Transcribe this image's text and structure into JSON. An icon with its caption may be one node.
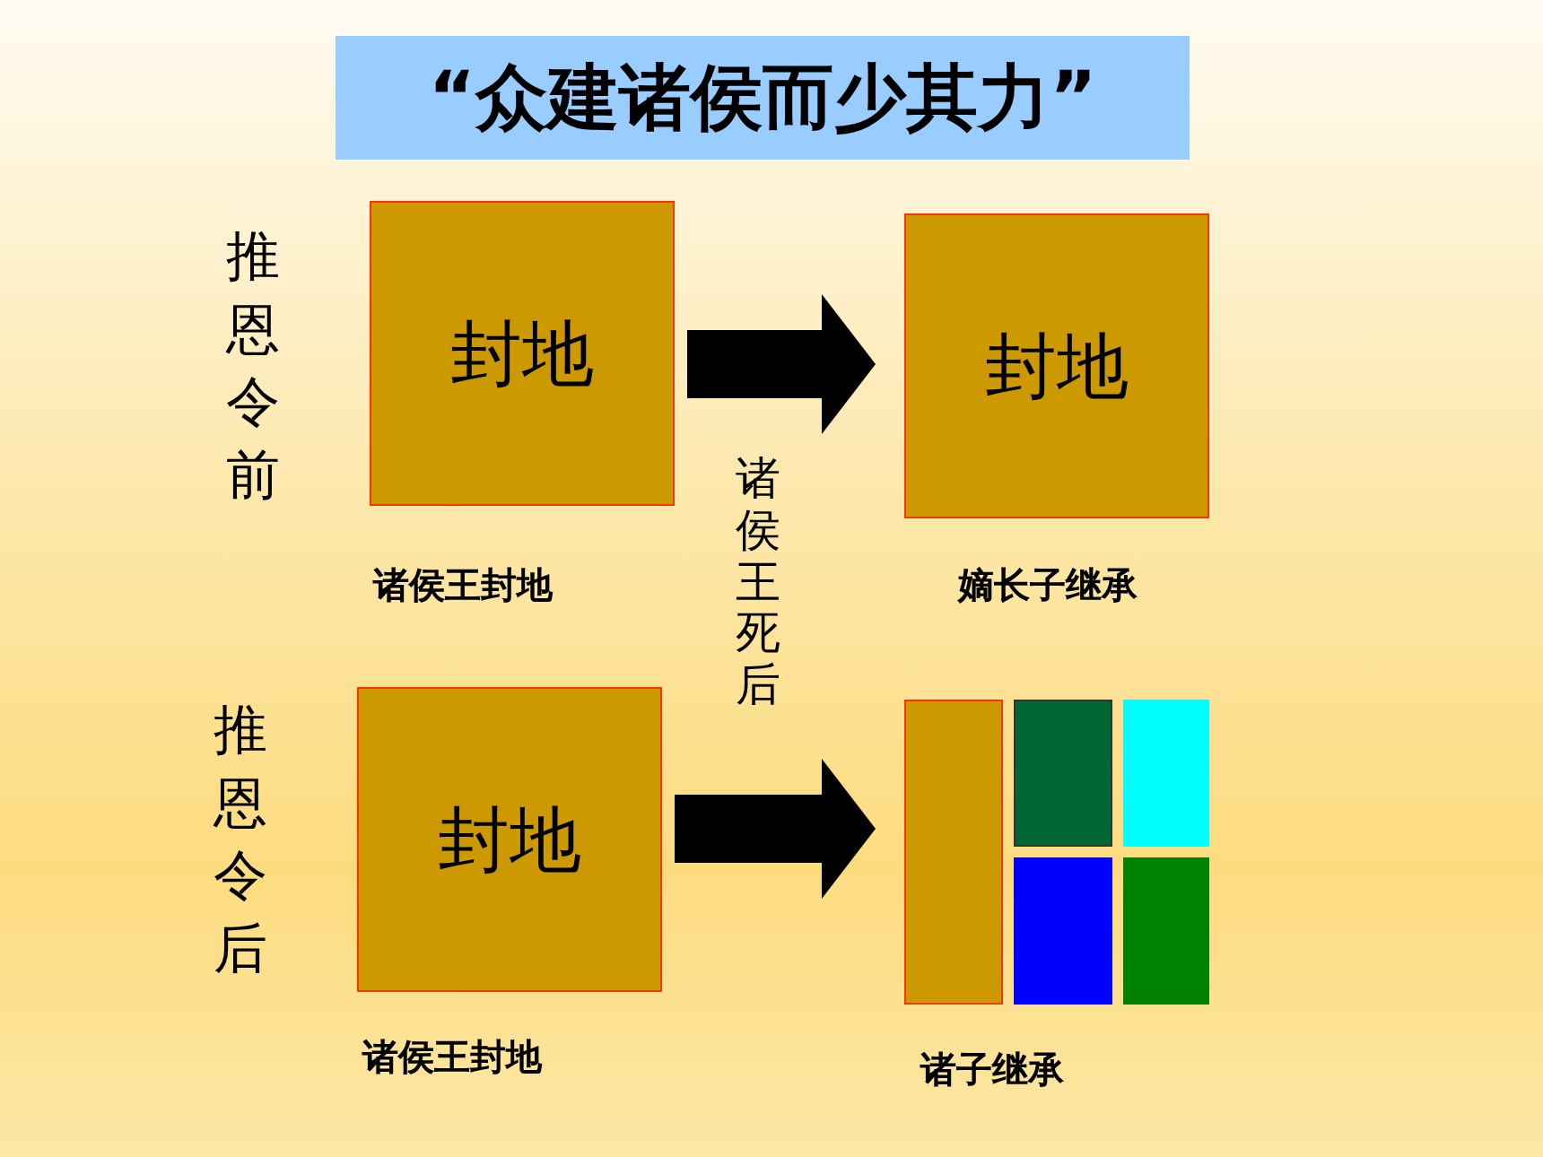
{
  "diagram": {
    "title": "“众建诸侯而少其力”",
    "nodes": [
      {
        "text": [
          "封地"
        ],
        "beside": [
          "诸侯王封地"
        ]
      },
      {
        "text": [
          "封地"
        ],
        "beside": [
          "嫡长子继承"
        ]
      },
      {
        "text": [
          "封地"
        ],
        "beside": [
          "诸侯王封地"
        ]
      },
      {
        "text": [],
        "shape": "box"
      },
      {
        "text": [],
        "shape": "box"
      },
      {
        "text": [],
        "shape": "box"
      },
      {
        "text": [],
        "shape": "box"
      },
      {
        "text": [],
        "shape": "box"
      }
    ],
    "edges": [
      {
        "from": 0,
        "to": 1,
        "arrow": "to"
      },
      {
        "from": 2,
        "to": 3,
        "arrow": "to"
      }
    ],
    "labels": [
      "推恩令前",
      "诸侯王死后",
      "推恩令后",
      "诸子继承"
    ]
  }
}
